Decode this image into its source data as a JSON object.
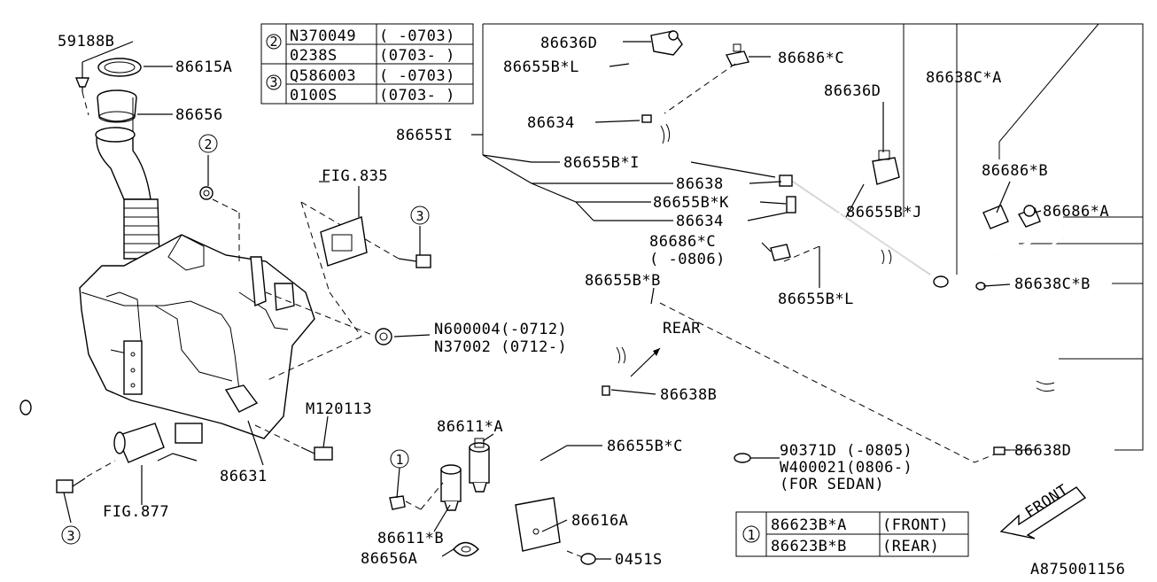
{
  "diagram_id": "A875001156",
  "front_arrow_label": "FRONT",
  "rear_arrow_label": "REAR",
  "labels": {
    "p59188B": "59188B",
    "p86615A": "86615A",
    "p86656": "86656",
    "fig835": "FIG.835",
    "n600004": "N600004(-0712)",
    "n37002": "N37002 (0712-)",
    "m120113": "M120113",
    "p86631": "86631",
    "fig877": "FIG.877",
    "p86611A": "86611*A",
    "p86611B": "86611*B",
    "p86656A": "86656A",
    "p86616A": "86616A",
    "p0451S": "0451S",
    "p86655BC": "86655B*C",
    "p86638B": "86638B",
    "p86655BB": "86655B*B",
    "p86636D_top": "86636D",
    "p86655BL_top": "86655B*L",
    "p86634_top": "86634",
    "p86655I": "86655I",
    "p86655BI": "86655B*I",
    "p86638": "86638",
    "p86655BK": "86655B*K",
    "p86634_mid": "86634",
    "p86686C_top": "86686*C",
    "p86636D_mid": "86636D",
    "p86686C_mid": "86686*C",
    "p86686C_mid_range": "(  -0806)",
    "p86655BL_bot": "86655B*L",
    "p86655BJ": "86655B*J",
    "p86638CA": "86638C*A",
    "p86686B": "86686*B",
    "p86686A": "86686*A",
    "p86638CB": "86638C*B",
    "p86638D": "86638D",
    "p90371D": "90371D (-0805)",
    "w400021": "W400021(0806-)",
    "for_sedan": "(FOR SEDAN)"
  },
  "callouts": {
    "c1": "1",
    "c2": "2",
    "c3": "3"
  },
  "legend_top": {
    "rows": [
      {
        "key": "2",
        "part": "N370049",
        "range": "(  -0703)"
      },
      {
        "key": "",
        "part": "0238S",
        "range": "(0703-   )"
      },
      {
        "key": "3",
        "part": "Q586003",
        "range": "(  -0703)"
      },
      {
        "key": "",
        "part": "0100S",
        "range": "(0703-   )"
      }
    ]
  },
  "legend_bottom": {
    "key": "1",
    "rows": [
      {
        "part": "86623B*A",
        "desc": "(FRONT)"
      },
      {
        "part": "86623B*B",
        "desc": "(REAR)"
      }
    ]
  }
}
